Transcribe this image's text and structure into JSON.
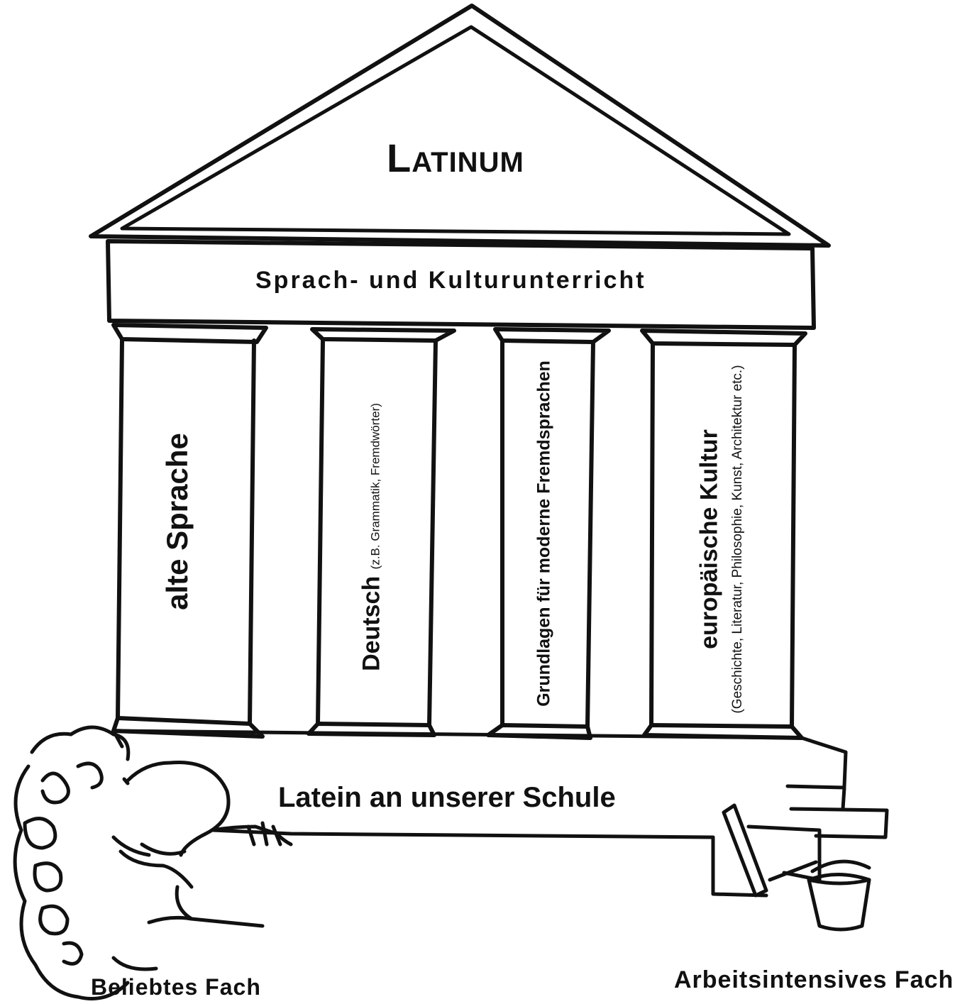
{
  "temple": {
    "title_first": "L",
    "title_rest": "ATINUM",
    "architrave": "Sprach- und Kulturunterricht",
    "base": "Latein an unserer Schule"
  },
  "pillars": [
    {
      "main": "alte Sprache",
      "sub": ""
    },
    {
      "main": "Deutsch",
      "sub": "(z.B. Grammatik, Fremdwörter)"
    },
    {
      "main": "Grundlagen für moderne Fremdsprachen",
      "sub": ""
    },
    {
      "main": "europäische Kultur",
      "sub": "(Geschichte, Literatur, Philosophie, Kunst, Architektur etc.)"
    }
  ],
  "captions": {
    "left": "Beliebtes Fach",
    "right": "Arbeitsintensives Fach"
  },
  "icons": {
    "figure": "curly-haired-person-icon",
    "tools": "bucket-and-trowel-icon"
  }
}
